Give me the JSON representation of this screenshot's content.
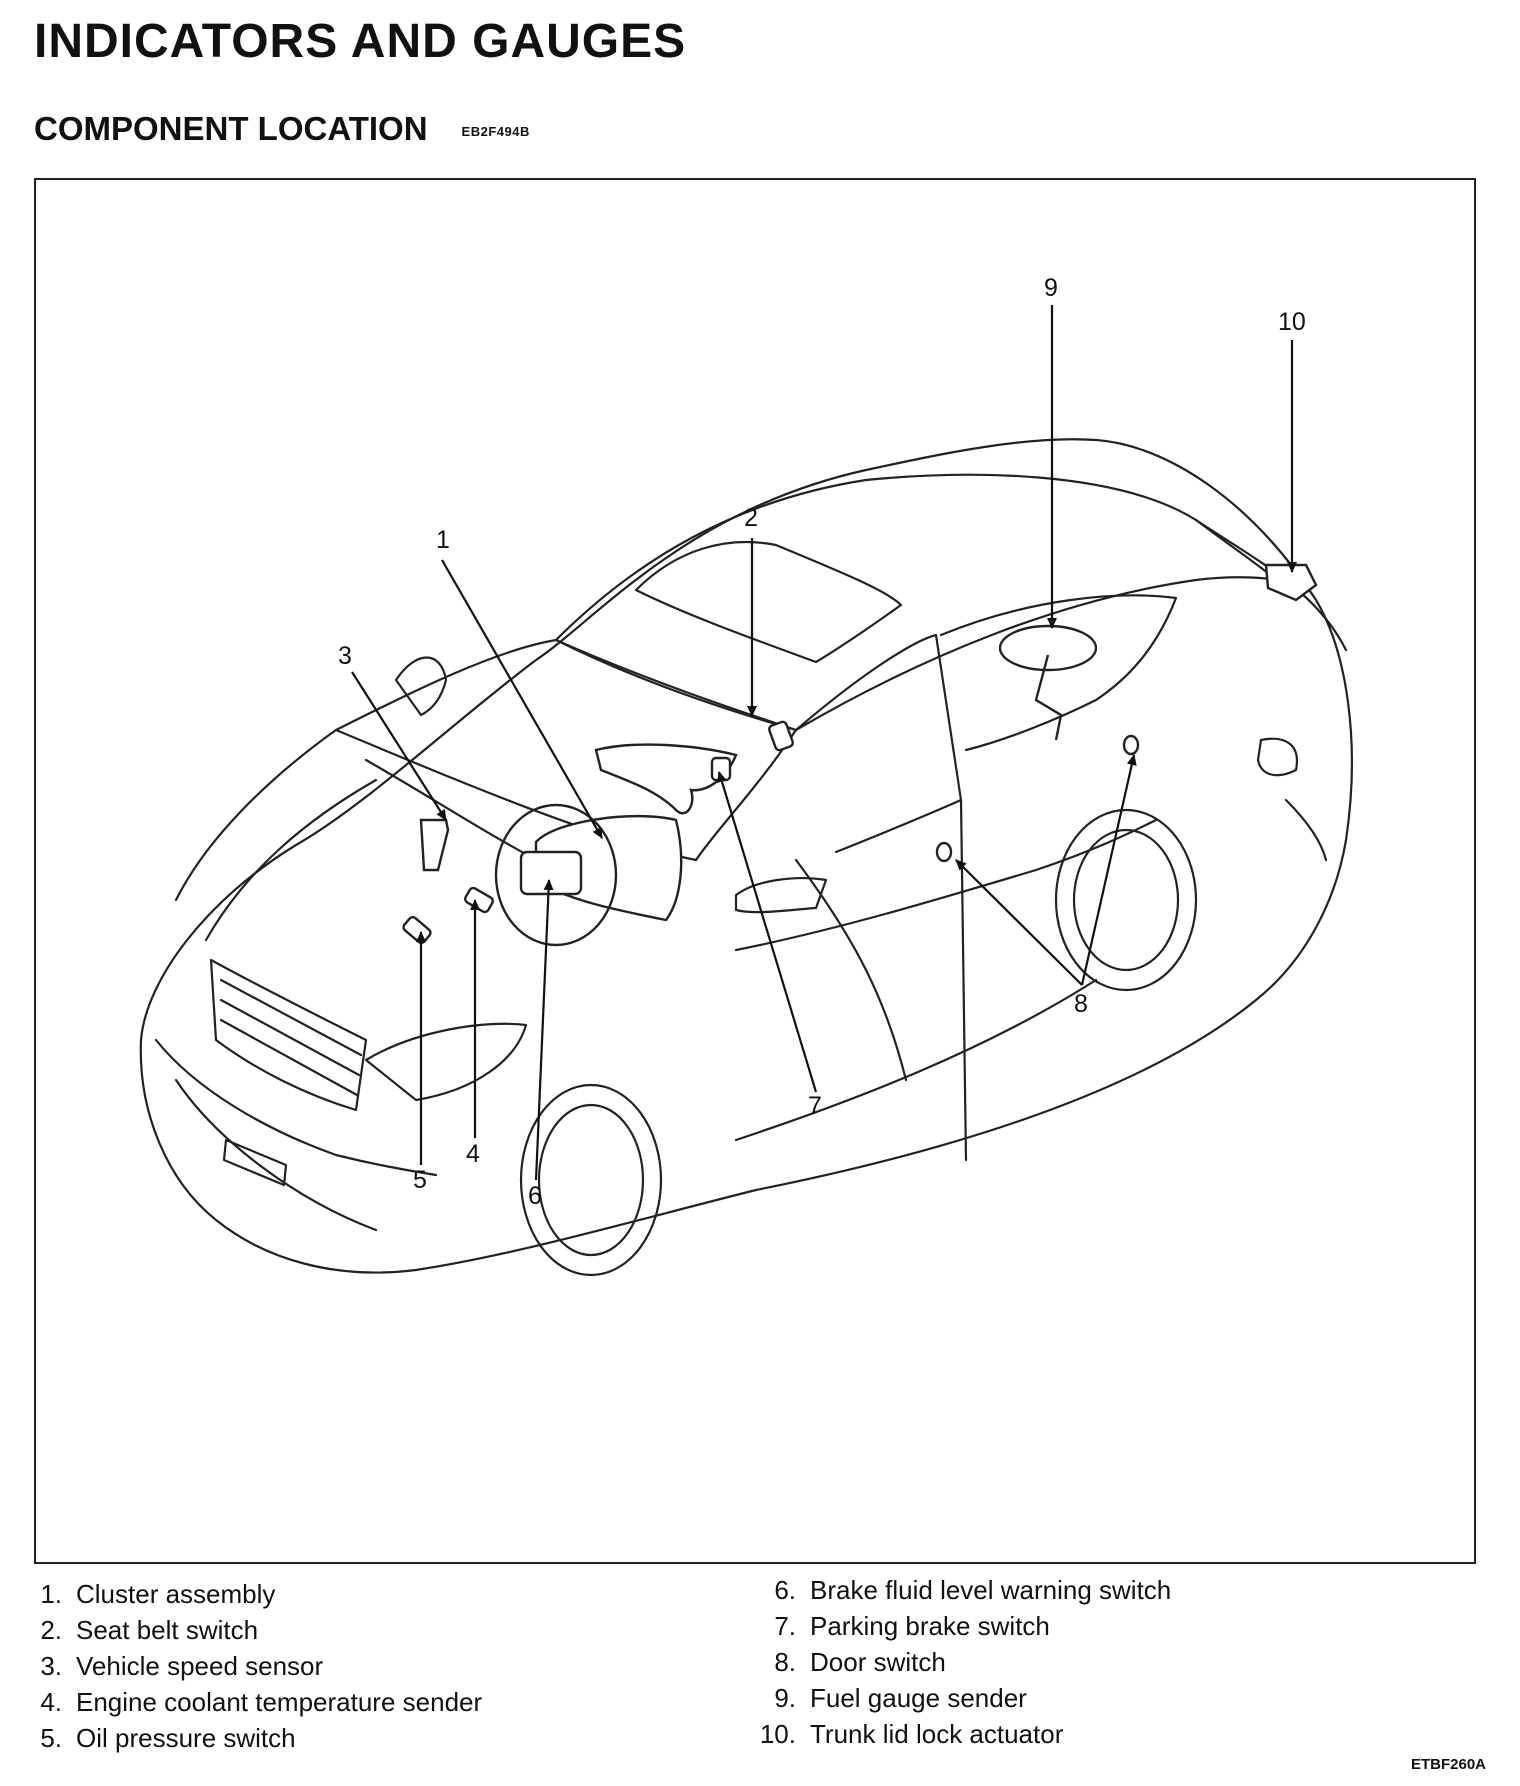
{
  "title": "INDICATORS AND GAUGES",
  "section": {
    "heading": "COMPONENT LOCATION",
    "code": "EB2F494B"
  },
  "callouts": [
    "1",
    "2",
    "3",
    "4",
    "5",
    "6",
    "7",
    "8",
    "9",
    "10"
  ],
  "legend": {
    "left": [
      {
        "num": "1.",
        "label": "Cluster assembly"
      },
      {
        "num": "2.",
        "label": "Seat belt switch"
      },
      {
        "num": "3.",
        "label": "Vehicle speed sensor"
      },
      {
        "num": "4.",
        "label": "Engine coolant temperature sender"
      },
      {
        "num": "5.",
        "label": "Oil pressure switch"
      }
    ],
    "right": [
      {
        "num": "6.",
        "label": "Brake fluid level warning switch"
      },
      {
        "num": "7.",
        "label": "Parking brake switch"
      },
      {
        "num": "8.",
        "label": "Door switch"
      },
      {
        "num": "9.",
        "label": "Fuel gauge sender"
      },
      {
        "num": "10.",
        "label": "Trunk lid lock actuator"
      }
    ]
  },
  "figure_code": "ETBF260A"
}
